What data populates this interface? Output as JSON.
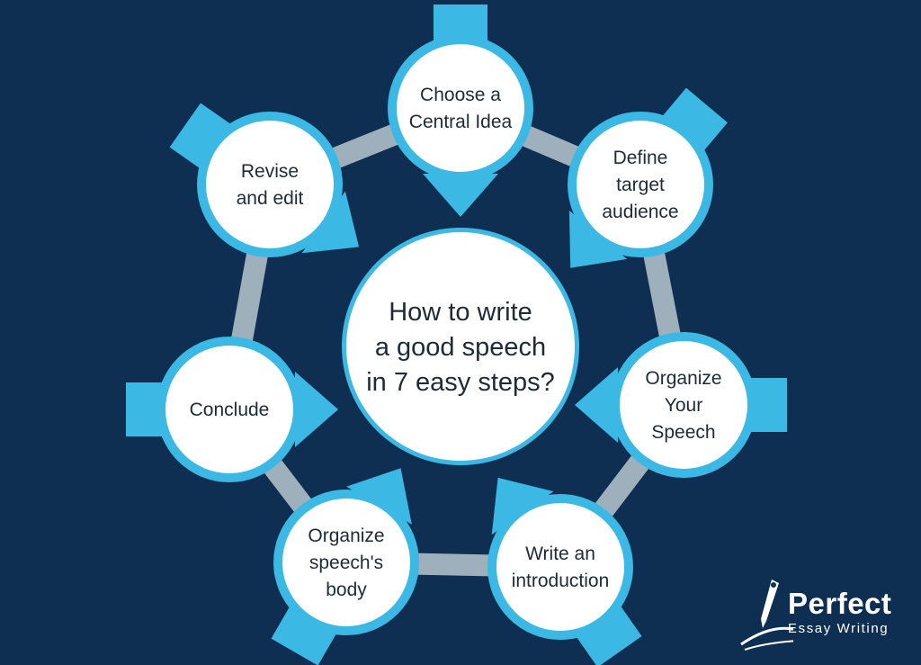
{
  "diagram": {
    "title_lines": [
      "How to write",
      "a good speech",
      "in 7 easy steps?"
    ],
    "steps": [
      {
        "lines": [
          "Choose a",
          "Central Idea"
        ]
      },
      {
        "lines": [
          "Define",
          "target",
          "audience"
        ]
      },
      {
        "lines": [
          "Organize",
          "Your",
          "Speech"
        ]
      },
      {
        "lines": [
          "Write an",
          "introduction"
        ]
      },
      {
        "lines": [
          "Organize",
          "speech's",
          "body"
        ]
      },
      {
        "lines": [
          "Conclude"
        ]
      },
      {
        "lines": [
          "Revise",
          "and edit"
        ]
      }
    ]
  },
  "logo": {
    "brand": "Perfect",
    "tagline": "Essay Writing"
  },
  "colors": {
    "background": "#0e2f52",
    "accent": "#3bb8e3",
    "ring": "#2a9fd0",
    "connector": "#9fb0bd",
    "circle_fill": "#ffffff",
    "text": "#1e2b36"
  }
}
